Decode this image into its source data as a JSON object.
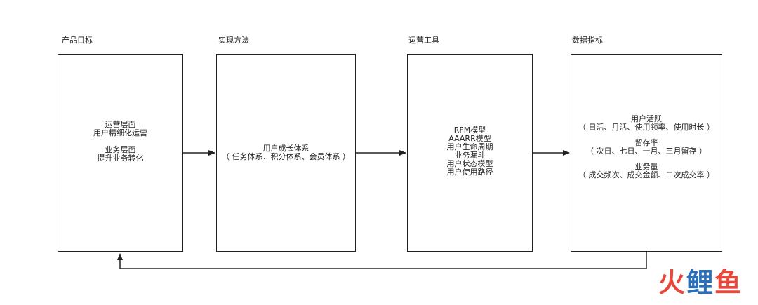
{
  "columns": {
    "goal": {
      "title": "产品目标",
      "lines": [
        "运营层面",
        "用户精细化运营",
        "",
        "业务层面",
        "提升业务转化"
      ]
    },
    "method": {
      "title": "实现方法",
      "lines": [
        "用户成长体系",
        "（ 任务体系、积分体系、会员体系 ）"
      ]
    },
    "tools": {
      "title": "运营工具",
      "lines": [
        "RFM模型",
        "AAARR模型",
        "用户生命周期",
        "业务漏斗",
        "用户状态模型",
        "用户使用路径"
      ]
    },
    "metrics": {
      "title": "数据指标",
      "lines": [
        "用户活跃",
        "（ 日活、月活、使用频率、使用时长 ）",
        "",
        "留存率",
        "（ 次日、七日、一月、三月留存 ）",
        "",
        "业务量",
        "（ 成交频次、成交金额、二次成交率 ）"
      ]
    }
  },
  "watermark": {
    "part1": "火",
    "part2": "鲤",
    "part3": "鱼"
  },
  "colors": {
    "line": "#222222",
    "watermark_red": "#e8473a",
    "watermark_blue": "#2b6fb8"
  }
}
